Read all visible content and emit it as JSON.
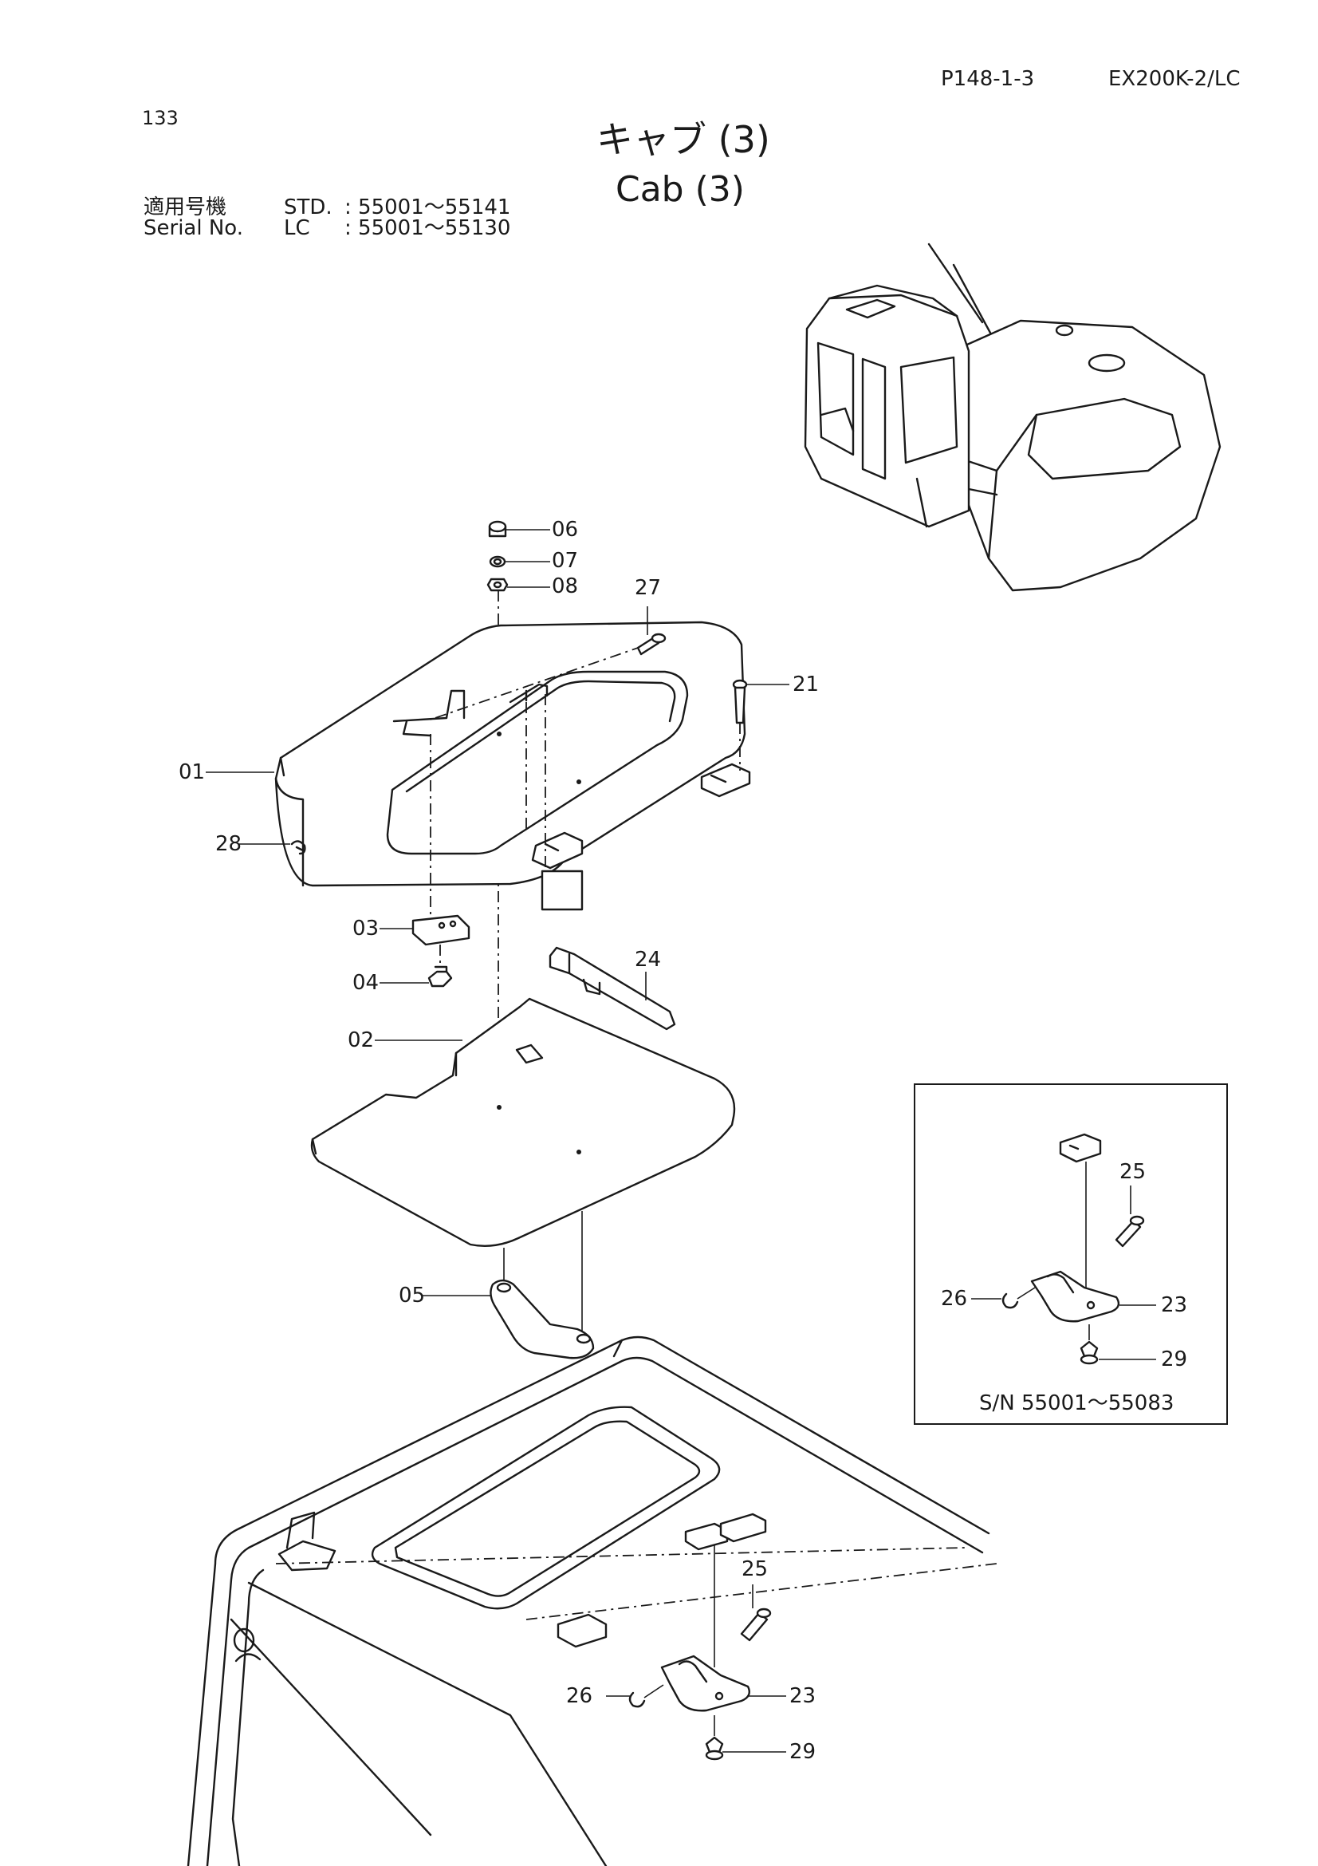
{
  "header": {
    "page_code": "P148-1-3",
    "model": "EX200K-2/LC",
    "page_number": "133",
    "title_jp": "キャブ (3)",
    "title_en": "Cab (3)",
    "serial": {
      "label_jp": "適用号機",
      "label_en": "Serial No.",
      "std_label": "STD.",
      "std_range": ": 55001～55141",
      "lc_label": "LC",
      "lc_range": ": 55001～55130"
    }
  },
  "callouts": {
    "p01": "01",
    "p02": "02",
    "p03": "03",
    "p04": "04",
    "p05": "05",
    "p06": "06",
    "p07": "07",
    "p08": "08",
    "p21": "21",
    "p24": "24",
    "p27": "27",
    "p28": "28",
    "p23": "23",
    "p25": "25",
    "p26": "26",
    "p29": "29"
  },
  "inset": {
    "serial_note": "S/N 55001～55083",
    "p23": "23",
    "p25": "25",
    "p26": "26",
    "p29": "29"
  }
}
